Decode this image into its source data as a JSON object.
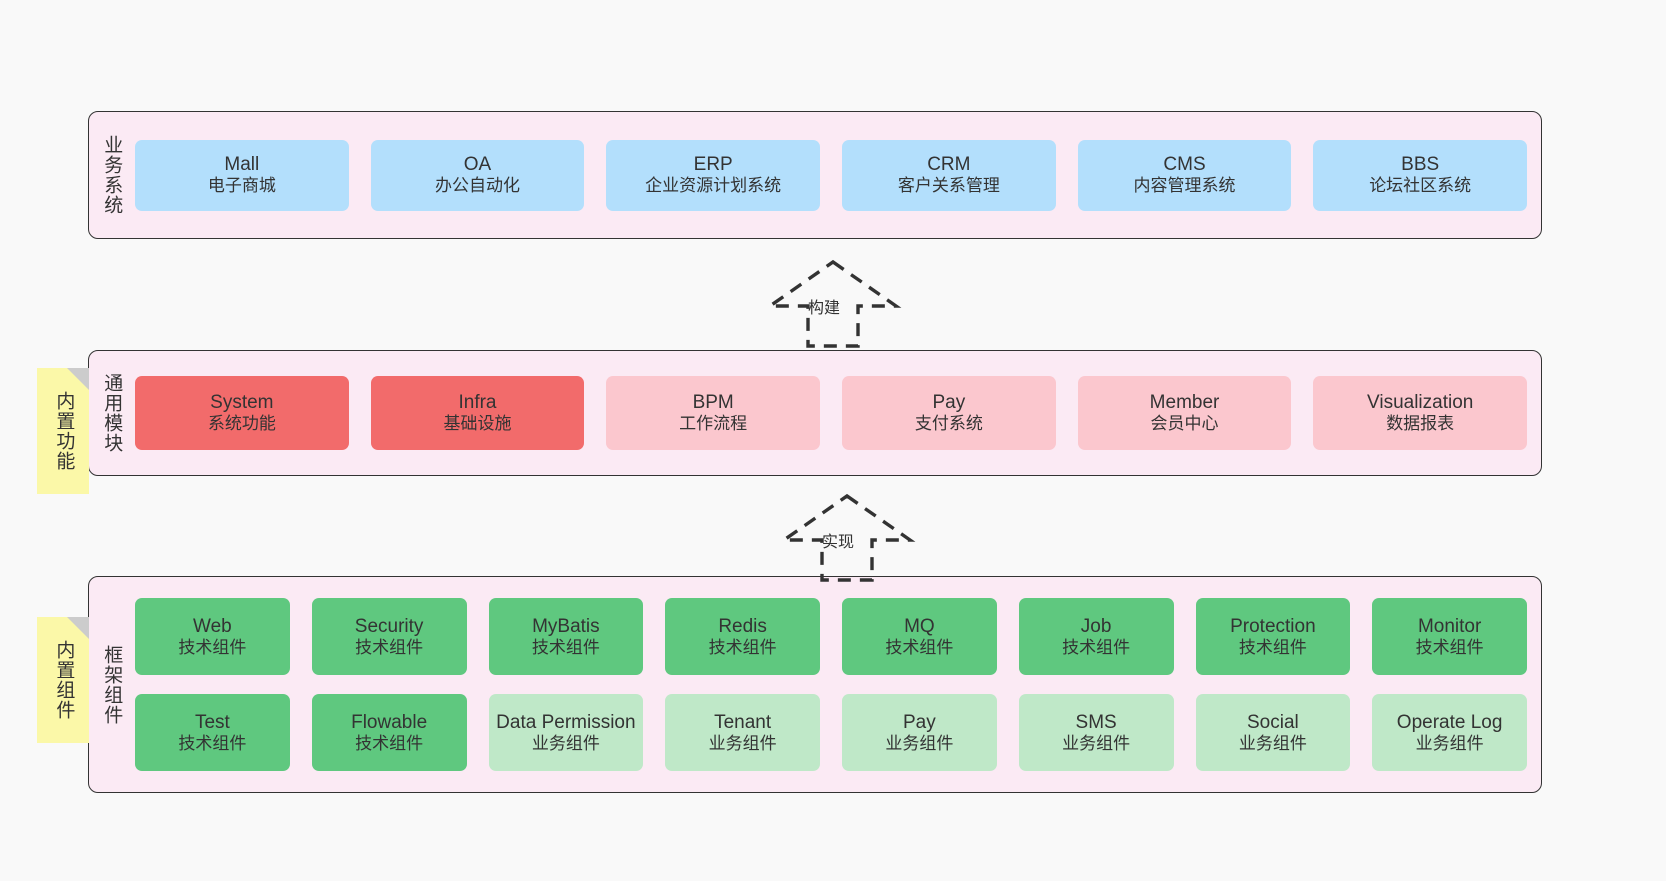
{
  "diagram": {
    "title": "System architecture layers",
    "colors": {
      "panel_bg": "#fbeaf4",
      "panel_border": "#333333",
      "business_card": "#b3dffc",
      "core_module": "#f26b6b",
      "optional_module": "#fbc7ce",
      "tech_component": "#5fc87f",
      "biz_component": "#bfe8c8",
      "note_bg": "#fbf8a8",
      "note_fold": "#cccccc",
      "canvas_bg": "#f9f9f9"
    }
  },
  "notes": [
    {
      "name": "built-in-function",
      "text": "内置功能"
    },
    {
      "name": "built-in-component",
      "text": "内置组件"
    }
  ],
  "arrows": [
    {
      "name": "build-arrow",
      "label": "构建",
      "style": "dashed-hollow-up"
    },
    {
      "name": "implement-arrow",
      "label": "实现",
      "style": "dashed-hollow-up"
    }
  ],
  "layers": {
    "business": {
      "title": "业务系统",
      "rows": [
        [
          {
            "en": "Mall",
            "cn": "电子商城",
            "color": "c-blue"
          },
          {
            "en": "OA",
            "cn": "办公自动化",
            "color": "c-blue"
          },
          {
            "en": "ERP",
            "cn": "企业资源计划系统",
            "color": "c-blue"
          },
          {
            "en": "CRM",
            "cn": "客户关系管理",
            "color": "c-blue"
          },
          {
            "en": "CMS",
            "cn": "内容管理系统",
            "color": "c-blue"
          },
          {
            "en": "BBS",
            "cn": "论坛社区系统",
            "color": "c-blue"
          }
        ]
      ]
    },
    "common": {
      "title": "通用模块",
      "rows": [
        [
          {
            "en": "System",
            "cn": "系统功能",
            "color": "c-red"
          },
          {
            "en": "Infra",
            "cn": "基础设施",
            "color": "c-red"
          },
          {
            "en": "BPM",
            "cn": "工作流程",
            "color": "c-pink"
          },
          {
            "en": "Pay",
            "cn": "支付系统",
            "color": "c-pink"
          },
          {
            "en": "Member",
            "cn": "会员中心",
            "color": "c-pink"
          },
          {
            "en": "Visualization",
            "cn": "数据报表",
            "color": "c-pink"
          }
        ]
      ]
    },
    "framework": {
      "title": "框架组件",
      "rows": [
        [
          {
            "en": "Web",
            "cn": "技术组件",
            "color": "c-green"
          },
          {
            "en": "Security",
            "cn": "技术组件",
            "color": "c-green"
          },
          {
            "en": "MyBatis",
            "cn": "技术组件",
            "color": "c-green"
          },
          {
            "en": "Redis",
            "cn": "技术组件",
            "color": "c-green"
          },
          {
            "en": "MQ",
            "cn": "技术组件",
            "color": "c-green"
          },
          {
            "en": "Job",
            "cn": "技术组件",
            "color": "c-green"
          },
          {
            "en": "Protection",
            "cn": "技术组件",
            "color": "c-green"
          },
          {
            "en": "Monitor",
            "cn": "技术组件",
            "color": "c-green"
          }
        ],
        [
          {
            "en": "Test",
            "cn": "技术组件",
            "color": "c-green"
          },
          {
            "en": "Flowable",
            "cn": "技术组件",
            "color": "c-green"
          },
          {
            "en": "Data Permission",
            "cn": "业务组件",
            "color": "c-lightgreen",
            "wrap": true
          },
          {
            "en": "Tenant",
            "cn": "业务组件",
            "color": "c-lightgreen"
          },
          {
            "en": "Pay",
            "cn": "业务组件",
            "color": "c-lightgreen"
          },
          {
            "en": "SMS",
            "cn": "业务组件",
            "color": "c-lightgreen"
          },
          {
            "en": "Social",
            "cn": "业务组件",
            "color": "c-lightgreen"
          },
          {
            "en": "Operate Log",
            "cn": "业务组件",
            "color": "c-lightgreen"
          }
        ]
      ]
    }
  }
}
